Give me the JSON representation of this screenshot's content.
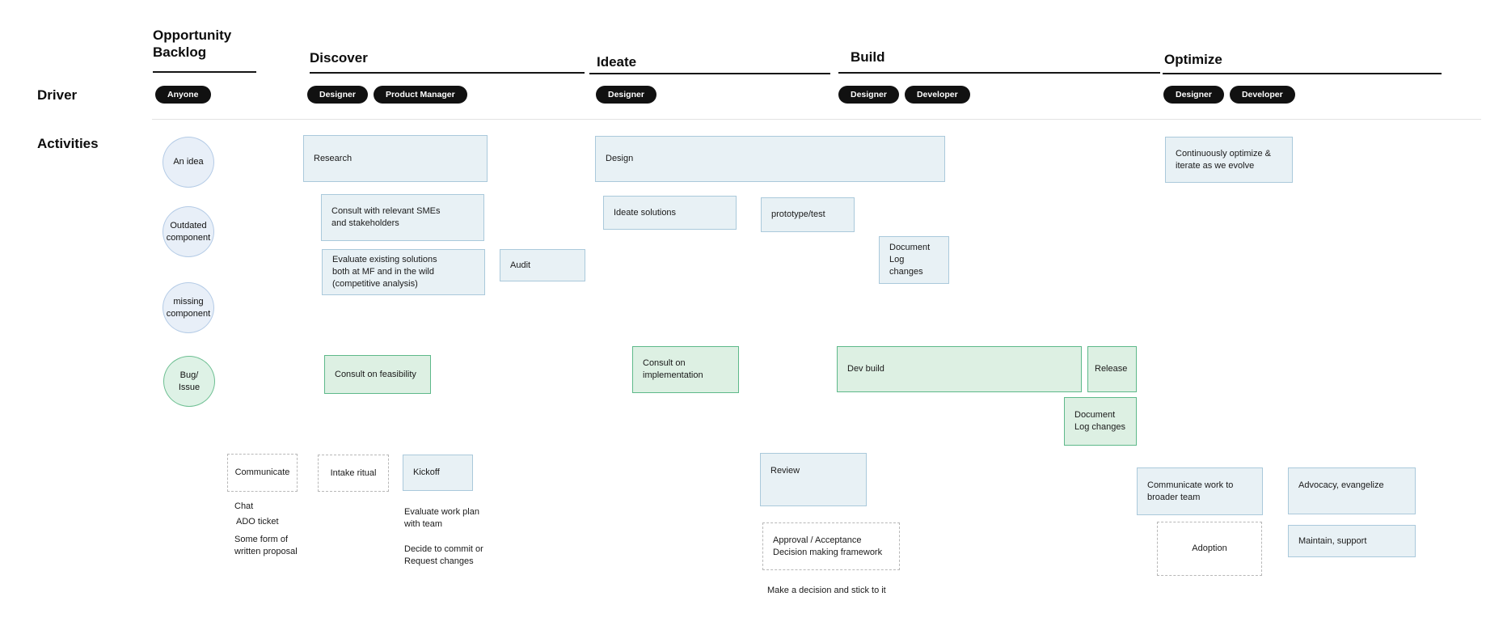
{
  "row_labels": {
    "driver": "Driver",
    "activities": "Activities"
  },
  "sections": [
    {
      "title": "Opportunity\nBacklog",
      "drivers": [
        "Anyone"
      ]
    },
    {
      "title": "Discover",
      "drivers": [
        "Designer",
        "Product Manager"
      ]
    },
    {
      "title": "Ideate",
      "drivers": [
        "Designer"
      ]
    },
    {
      "title": "Build",
      "drivers": [
        "Designer",
        "Developer"
      ]
    },
    {
      "title": "Optimize",
      "drivers": [
        "Designer",
        "Developer"
      ]
    }
  ],
  "circles": [
    {
      "label": "An idea"
    },
    {
      "label": "Outdated\ncomponent"
    },
    {
      "label": "missing\ncomponent"
    },
    {
      "label": "Bug/\nIssue"
    }
  ],
  "cards": {
    "research": "Research",
    "consult_smes": "Consult with relevant SMEs\nand stakeholders",
    "evaluate_existing": "Evaluate existing solutions\nboth at MF and in the wild\n(competitive analysis)",
    "audit": "Audit",
    "design": "Design",
    "ideate_solutions": "Ideate solutions",
    "prototype_test": "prototype/test",
    "document_log_ideate": "Document\nLog changes",
    "continuously_optimize": "Continuously optimize &\niterate as we evolve",
    "consult_feasibility": "Consult on feasibility",
    "consult_implementation": "Consult on\nimplementation",
    "dev_build": "Dev build",
    "release": "Release",
    "document_log_build": "Document\nLog changes",
    "communicate": "Communicate",
    "intake_ritual": "Intake ritual",
    "kickoff": "Kickoff",
    "review": "Review",
    "approval": "Approval / Acceptance\nDecision making framework",
    "communicate_work": "Communicate work to\nbroader team",
    "advocacy": "Advocacy, evangelize",
    "adoption": "Adoption",
    "maintain": "Maintain, support"
  },
  "notes": {
    "chat": "Chat",
    "ado_ticket": "ADO ticket",
    "written_proposal": "Some form of\nwritten proposal",
    "evaluate_plan": "Evaluate work plan\nwith team",
    "decide_commit": "Decide to commit or\nRequest changes",
    "make_decision": "Make a decision and stick to it"
  },
  "colors": {
    "blue_fill": "#e8f1f5",
    "blue_border": "#aac9db",
    "green_fill": "#ddf0e3",
    "green_border": "#5eb98a",
    "circle_fill": "#e8eff8",
    "circle_border": "#b4cbe6",
    "pill_bg": "#111111",
    "pill_text": "#ffffff",
    "dashed_border": "#b8b8b8",
    "divider": "#e3e3e3"
  }
}
